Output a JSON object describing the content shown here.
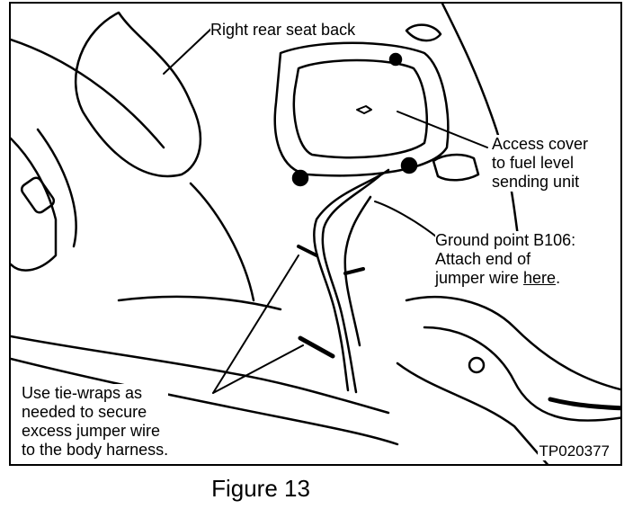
{
  "figure": {
    "caption": "Figure 13",
    "code": "TP020377"
  },
  "callouts": {
    "seat_back": "Right rear seat back",
    "access_cover": [
      "Access cover",
      "to fuel level",
      "sending unit"
    ],
    "ground_point": {
      "line1": "Ground point B106:",
      "line2": "Attach end of",
      "line3_prefix": "jumper wire ",
      "line3_link": "here",
      "line3_suffix": "."
    },
    "tie_wraps": [
      "Use tie-wraps as",
      "needed to secure",
      "excess jumper wire",
      "to the body harness."
    ]
  }
}
